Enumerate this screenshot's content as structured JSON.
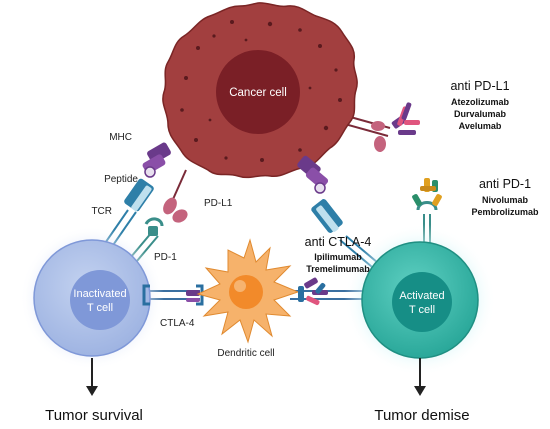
{
  "cells": {
    "cancer": "Cancer cell",
    "inactivated": [
      "Inactivated",
      "T cell"
    ],
    "activated": [
      "Activated",
      "T cell"
    ],
    "dendritic": "Dendritic cell"
  },
  "labels": {
    "mhc": "MHC",
    "peptide": "Peptide",
    "tcr": "TCR",
    "pdl1": "PD-L1",
    "pd1": "PD-1",
    "ctla4": "CTLA-4"
  },
  "drugs": {
    "anti_pdl1": {
      "title": "anti PD-L1",
      "names": [
        "Atezolizumab",
        "Durvalumab",
        "Avelumab"
      ]
    },
    "anti_pd1": {
      "title": "anti PD-1",
      "names": [
        "Nivolumab",
        "Pembrolizumab"
      ]
    },
    "anti_ctla4": {
      "title": "anti CTLA-4",
      "names": [
        "Ipilimumab",
        "Tremelimumab"
      ]
    }
  },
  "outcomes": {
    "survival": "Tumor survival",
    "demise": "Tumor demise"
  },
  "colors": {
    "cancer_cell": "#9b3a3a",
    "cancer_nucleus": "#7a1f26",
    "inactivated_cell": "#a9bde6",
    "inactivated_nucleus": "#7f98d8",
    "activated_cell": "#3fb8aa",
    "activated_nucleus": "#168e86",
    "dendritic_cell": "#f6b26b",
    "mhc": "#6a3a8a",
    "tcr": "#2e7fa8",
    "pdl1": "#c4637d",
    "pd1": "#3a8e8a",
    "ctla4": "#2a6fa0"
  }
}
